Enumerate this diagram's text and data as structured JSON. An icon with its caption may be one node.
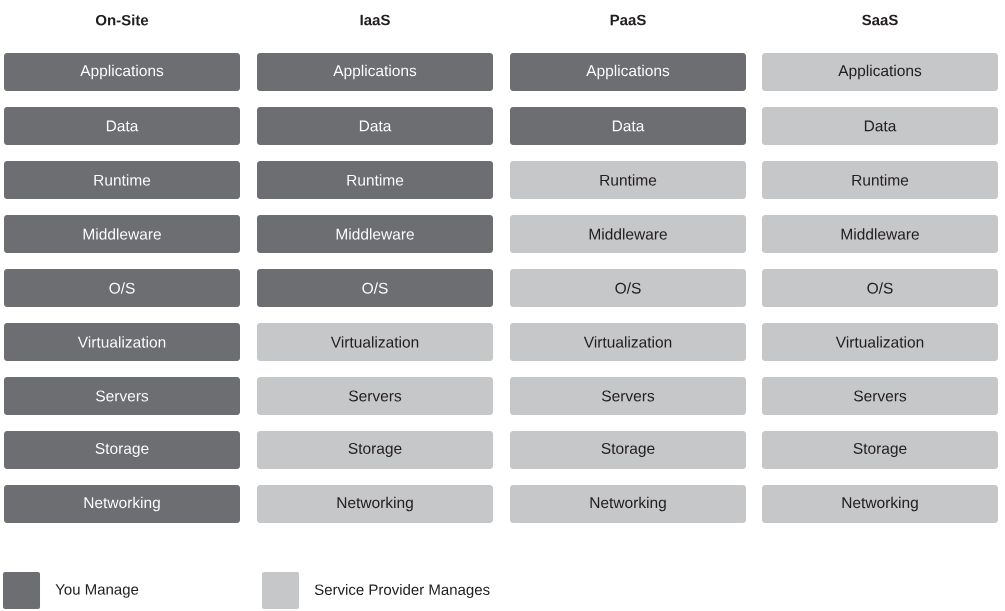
{
  "diagram": {
    "nodes": [
      {
        "text": [
          "Applications"
        ]
      },
      {
        "text": [
          "Data"
        ]
      },
      {
        "text": [
          "Runtime"
        ]
      },
      {
        "text": [
          "Middleware"
        ]
      },
      {
        "text": [
          "O/S"
        ]
      },
      {
        "text": [
          "Virtualization"
        ]
      },
      {
        "text": [
          "Servers"
        ]
      },
      {
        "text": [
          "Storage"
        ]
      },
      {
        "text": [
          "Networking"
        ]
      },
      {
        "text": [
          "Applications"
        ]
      },
      {
        "text": [
          "Data"
        ]
      },
      {
        "text": [
          "Runtime"
        ]
      },
      {
        "text": [
          "Middleware"
        ]
      },
      {
        "text": [
          "O/S"
        ]
      },
      {
        "text": [
          "Virtualization"
        ]
      },
      {
        "text": [
          "Servers"
        ]
      },
      {
        "text": [
          "Storage"
        ]
      },
      {
        "text": [
          "Networking"
        ]
      },
      {
        "text": [
          "Applications"
        ]
      },
      {
        "text": [
          "Data"
        ]
      },
      {
        "text": [
          "Runtime"
        ]
      },
      {
        "text": [
          "Middleware"
        ]
      },
      {
        "text": [
          "O/S"
        ]
      },
      {
        "text": [
          "Virtualization"
        ]
      },
      {
        "text": [
          "Servers"
        ]
      },
      {
        "text": [
          "Storage"
        ]
      },
      {
        "text": [
          "Networking"
        ]
      },
      {
        "text": [
          "Applications"
        ]
      },
      {
        "text": [
          "Data"
        ]
      },
      {
        "text": [
          "Runtime"
        ]
      },
      {
        "text": [
          "Middleware"
        ]
      },
      {
        "text": [
          "O/S"
        ]
      },
      {
        "text": [
          "Virtualization"
        ]
      },
      {
        "text": [
          "Servers"
        ]
      },
      {
        "text": [
          "Storage"
        ]
      },
      {
        "text": [
          "Networking"
        ]
      }
    ],
    "labels": [
      "On-Site",
      "IaaS",
      "PaaS",
      "SaaS"
    ],
    "legend": [
      {
        "text": "You Manage",
        "color": "#6d6e71"
      },
      {
        "text": "Service Provider Manages",
        "color": "#c6c7c9"
      }
    ]
  }
}
